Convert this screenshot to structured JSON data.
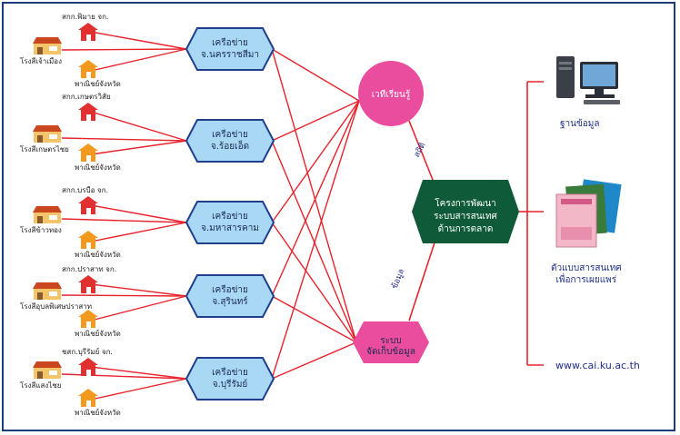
{
  "networks": [
    {
      "line1": "เครือข่าย",
      "line2": "จ.นครราชสีมา",
      "coop": "สกก.พิมาย จก.",
      "mill": "โรงสีเจ้าเมือง",
      "shop": "พาณิชย์จังหวัด"
    },
    {
      "line1": "เครือข่าย",
      "line2": "จ.ร้อยเอ็ด",
      "coop": "สกก.เกษตรวิสัย",
      "mill": "โรงสีเกษตรไชย",
      "shop": "พาณิชย์จังหวัด"
    },
    {
      "line1": "เครือข่าย",
      "line2": "จ.มหาสารคาม",
      "coop": "สกก.บรบือ จก.",
      "mill": "โรงสีข้าวทอง",
      "shop": "พาณิชย์จังหวัด"
    },
    {
      "line1": "เครือข่าย",
      "line2": "จ.สุรินทร์",
      "coop": "สกก.ปราสาท จก.",
      "mill": "โรงสีอุบลพิเศษปราสาท",
      "shop": "พาณิชย์จังหวัด"
    },
    {
      "line1": "เครือข่าย",
      "line2": "จ.บุรีรัมย์",
      "coop": "ชสก.บุรีรัมย์ จก.",
      "mill": "โรงสีแสงไชย",
      "shop": "พาณิชย์จังหวัด"
    }
  ],
  "forum": "เวทีเรียนรู้",
  "storage": {
    "line1": "ระบบ",
    "line2": "จัดเก็บข้อมูล"
  },
  "project": {
    "line1": "โครงการพัฒนา",
    "line2": "ระบบสารสนเทศ",
    "line3": "ด้านการตลาด"
  },
  "edge_labels": {
    "forum_to_project": "สถิติ",
    "storage_to_project": "ข้อมูล"
  },
  "outputs": {
    "database": "ฐานข้อมูล",
    "docs_line1": "ตัวแบบสารสนเทศ",
    "docs_line2": "เพื่อการเผยแพร่",
    "website": "www.cai.ku.ac.th"
  },
  "colors": {
    "line": "#e8232c",
    "hex_fill": "#a9d8f5",
    "hex_stroke": "#1f3f8c",
    "forum": "#ea4d9d",
    "project": "#0f5a38",
    "house_red": "#e03030",
    "house_orange": "#f39a1e"
  }
}
